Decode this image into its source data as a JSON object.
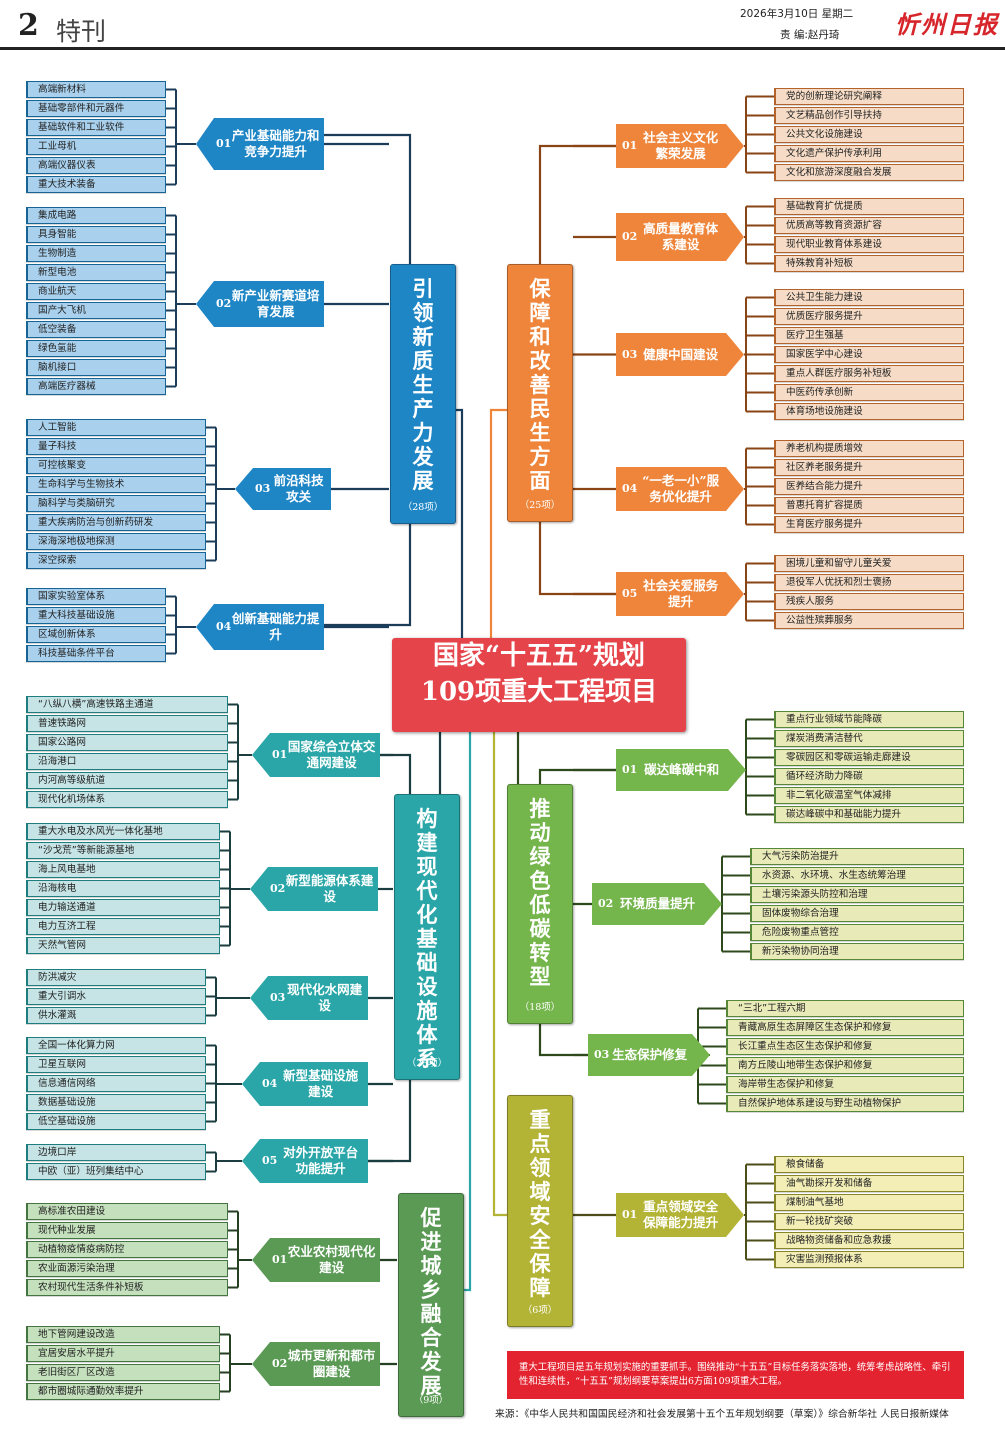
{
  "header": {
    "page_number": "2",
    "section": "特刊",
    "date": "2026年3月10日  星期二",
    "editor": "责 编:赵丹琦",
    "logo": "忻州日报"
  },
  "center_title": {
    "line1": "国家“十五五”规划",
    "line2": "109项重大工程项目",
    "color": "#e5444a"
  },
  "categories": [
    {
      "id": "new-productivity",
      "title": "引领新质生产力发展",
      "count": "（28项）",
      "color": "#1f86c6",
      "leaf_color": "#a9d1ee",
      "line_color": "#1b3d5a",
      "subs": [
        {
          "num": "01",
          "label": "产业基础能力和竞争力提升",
          "items": [
            "高端新材料",
            "基础零部件和元器件",
            "基础软件和工业软件",
            "工业母机",
            "高端仪器仪表",
            "重大技术装备"
          ]
        },
        {
          "num": "02",
          "label": "新产业新赛道培育发展",
          "items": [
            "集成电路",
            "具身智能",
            "生物制造",
            "新型电池",
            "商业航天",
            "国产大飞机",
            "低空装备",
            "绿色氢能",
            "脑机接口",
            "高端医疗器械"
          ]
        },
        {
          "num": "03",
          "label": "前沿科技攻关",
          "items": [
            "人工智能",
            "量子科技",
            "可控核聚变",
            "生命科学与生物技术",
            "脑科学与类脑研究",
            "重大疾病防治与创新药研发",
            "深海深地极地探测",
            "深空探索"
          ]
        },
        {
          "num": "04",
          "label": "创新基础能力提升",
          "items": [
            "国家实验室体系",
            "重大科技基础设施",
            "区域创新体系",
            "科技基础条件平台"
          ]
        }
      ]
    },
    {
      "id": "livelihood",
      "title": "保障和改善民生方面",
      "count": "（25项）",
      "color": "#ee853b",
      "leaf_color": "#f6dcc6",
      "line_color": "#8a4516",
      "subs": [
        {
          "num": "01",
          "label": "社会主义文化繁荣发展",
          "items": [
            "党的创新理论研究阐释",
            "文艺精品创作引导扶持",
            "公共文化设施建设",
            "文化遗产保护传承利用",
            "文化和旅游深度融合发展"
          ]
        },
        {
          "num": "02",
          "label": "高质量教育体系建设",
          "items": [
            "基础教育扩优提质",
            "优质高等教育资源扩容",
            "现代职业教育体系建设",
            "特殊教育补短板"
          ]
        },
        {
          "num": "03",
          "label": "健康中国建设",
          "items": [
            "公共卫生能力建设",
            "优质医疗服务提升",
            "医疗卫生强基",
            "国家医学中心建设",
            "重点人群医疗服务补短板",
            "中医药传承创新",
            "体育场地设施建设"
          ]
        },
        {
          "num": "04",
          "label": "“一老一小”服务优化提升",
          "items": [
            "养老机构提质增效",
            "社区养老服务提升",
            "医养结合能力提升",
            "普惠托育扩容提质",
            "生育医疗服务提升"
          ]
        },
        {
          "num": "05",
          "label": "社会关爱服务提升",
          "items": [
            "困境儿童和留守儿童关爱",
            "退役军人优抚和烈士褒扬",
            "残疾人服务",
            "公益性殡葬服务"
          ]
        }
      ]
    },
    {
      "id": "infrastructure",
      "title": "构建现代化基础设施体系",
      "count": "（23项）",
      "color": "#2aa6a8",
      "leaf_color": "#c6e4e6",
      "line_color": "#1b3d3f",
      "subs": [
        {
          "num": "01",
          "label": "国家综合立体交通网建设",
          "items": [
            "“八纵八横”高速铁路主通道",
            "普速铁路网",
            "国家公路网",
            "沿海港口",
            "内河高等级航道",
            "现代化机场体系"
          ]
        },
        {
          "num": "02",
          "label": "新型能源体系建设",
          "items": [
            "重大水电及水风光一体化基地",
            "“沙戈荒”等新能源基地",
            "海上风电基地",
            "沿海核电",
            "电力输送通道",
            "电力互济工程",
            "天然气管网"
          ]
        },
        {
          "num": "03",
          "label": "现代化水网建设",
          "items": [
            "防洪减灾",
            "重大引调水",
            "供水灌溉"
          ]
        },
        {
          "num": "04",
          "label": "新型基础设施建设",
          "items": [
            "全国一体化算力网",
            "卫星互联网",
            "信息通信网络",
            "数据基础设施",
            "低空基础设施"
          ]
        },
        {
          "num": "05",
          "label": "对外开放平台功能提升",
          "items": [
            "边境口岸",
            "中欧（亚）班列集结中心"
          ]
        }
      ]
    },
    {
      "id": "green",
      "title": "推动绿色低碳转型",
      "count": "（18项）",
      "color": "#74b54c",
      "leaf_color": "#e8eab8",
      "line_color": "#2e4a1c",
      "subs": [
        {
          "num": "01",
          "label": "碳达峰碳中和",
          "items": [
            "重点行业领域节能降碳",
            "煤炭消费清洁替代",
            "零碳园区和零碳运输走廊建设",
            "循环经济助力降碳",
            "非二氧化碳温室气体减排",
            "碳达峰碳中和基础能力提升"
          ]
        },
        {
          "num": "02",
          "label": "环境质量提升",
          "items": [
            "大气污染防治提升",
            "水资源、水环境、水生态统筹治理",
            "土壤污染源头防控和治理",
            "固体废物综合治理",
            "危险废物重点管控",
            "新污染物协同治理"
          ]
        },
        {
          "num": "03",
          "label": "生态保护修复",
          "items": [
            "“三北”工程六期",
            "青藏高原生态屏障区生态保护和修复",
            "长江重点生态区生态保护和修复",
            "南方丘陵山地带生态保护和修复",
            "海岸带生态保护和修复",
            "自然保护地体系建设与野生动植物保护"
          ]
        }
      ]
    },
    {
      "id": "security",
      "title": "重点领域安全保障",
      "count": "（6项）",
      "color": "#b3b335",
      "leaf_color": "#f2eeb6",
      "line_color": "#4d4d1a",
      "subs": [
        {
          "num": "01",
          "label": "重点领域安全保障能力提升",
          "items": [
            "粮食储备",
            "油气勘探开发和储备",
            "煤制油气基地",
            "新一轮找矿突破",
            "战略物资储备和应急救援",
            "灾害监测预报体系"
          ]
        }
      ]
    },
    {
      "id": "urban-rural",
      "title": "促进城乡融合发展",
      "count": "（9项）",
      "color": "#5a9a55",
      "leaf_color": "#c4e0bc",
      "line_color": "#243f22",
      "subs": [
        {
          "num": "01",
          "label": "农业农村现代化建设",
          "items": [
            "高标准农田建设",
            "现代种业发展",
            "动植物疫情疫病防控",
            "农业面源污染治理",
            "农村现代生活条件补短板"
          ]
        },
        {
          "num": "02",
          "label": "城市更新和都市圈建设",
          "items": [
            "地下管网建设改造",
            "宜居安居水平提升",
            "老旧街区厂区改造",
            "都市圈城际通勤效率提升"
          ]
        }
      ]
    }
  ],
  "note": "重大工程项目是五年规划实施的重要抓手。围绕推动“十五五”目标任务落实落地，统筹考虑战略性、牵引性和连续性，“十五五”规划纲要草案提出6方面109项重大工程。",
  "source": "来源：《中华人民共和国国民经济和社会发展第十五个五年规划纲要（草案）》综合新华社    人民日报新媒体"
}
